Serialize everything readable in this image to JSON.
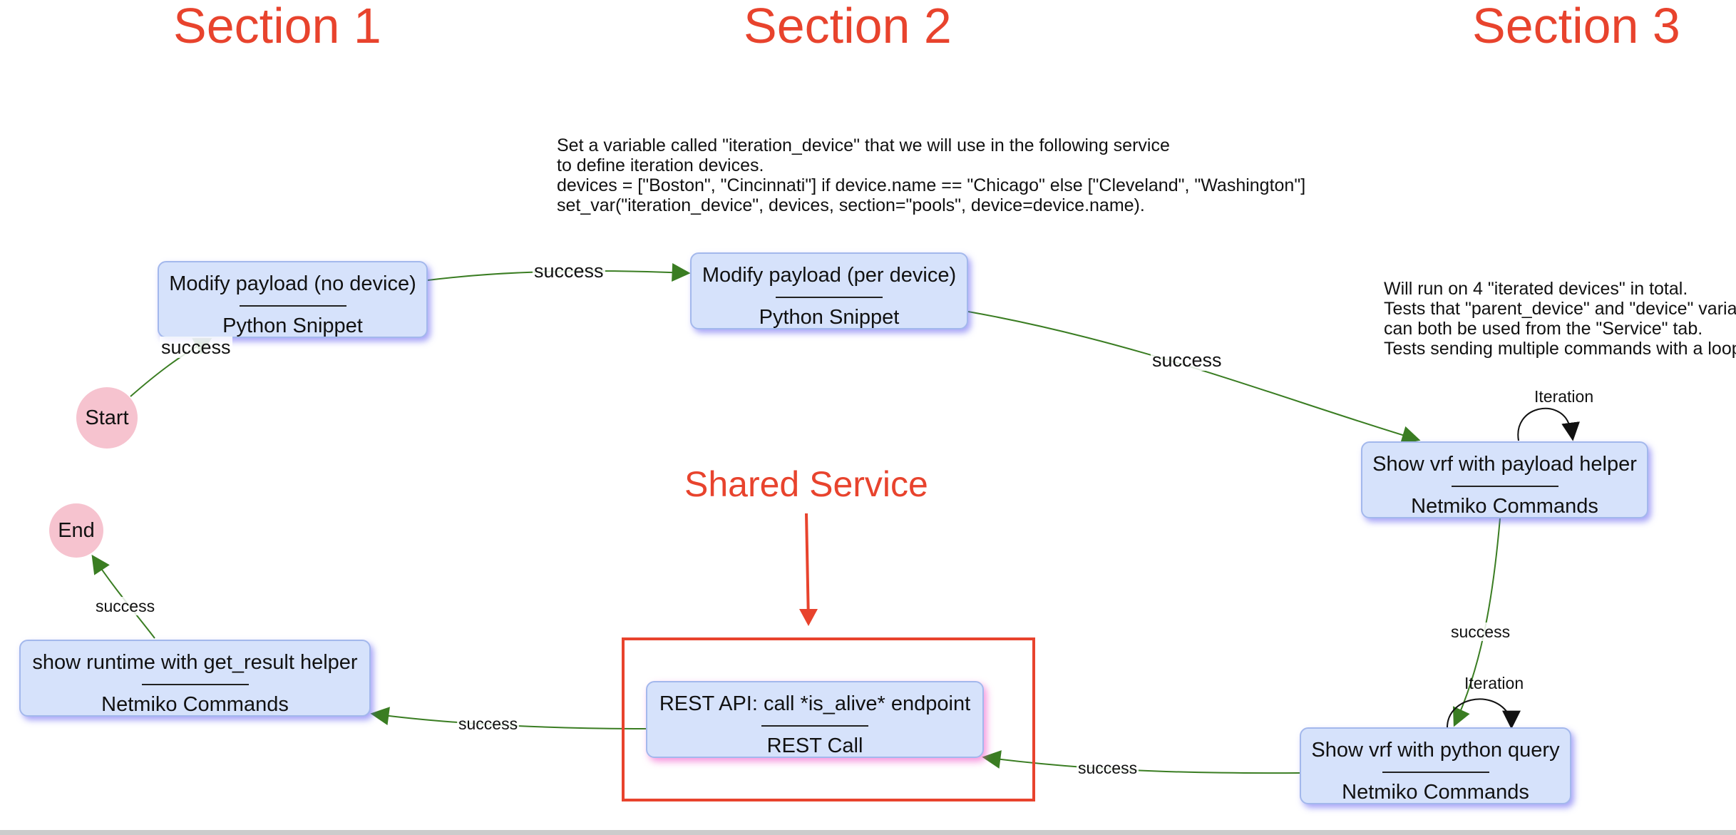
{
  "sections": {
    "section1": "Section 1",
    "section2": "Section 2",
    "section3": "Section 3",
    "shared": "Shared Service"
  },
  "notes": {
    "section2": "Set a variable called \"iteration_device\" that we will use in the following service\nto define iteration devices.\ndevices = [\"Boston\", \"Cincinnati\"] if device.name == \"Chicago\" else [\"Cleveland\", \"Washington\"]\nset_var(\"iteration_device\", devices, section=\"pools\", device=device.name).",
    "section3": "Will run on 4 \"iterated devices\" in total.\nTests that \"parent_device\" and \"device\" variables\ncan both be used from the \"Service\" tab.\nTests sending multiple commands with a loop."
  },
  "nodes": {
    "start": "Start",
    "end": "End",
    "modify_no_device": {
      "name": "Modify payload (no device)",
      "type": "Python Snippet"
    },
    "modify_per_device": {
      "name": "Modify payload (per device)",
      "type": "Python Snippet"
    },
    "show_vrf_payload": {
      "name": "Show vrf with payload helper",
      "type": "Netmiko Commands"
    },
    "show_vrf_python": {
      "name": "Show vrf with python query",
      "type": "Netmiko Commands"
    },
    "rest_api": {
      "name": "REST API: call *is_alive* endpoint",
      "type": "REST Call"
    },
    "show_runtime": {
      "name": "show runtime with get_result helper",
      "type": "Netmiko Commands"
    }
  },
  "edges": {
    "success": "success",
    "iteration": "Iteration"
  },
  "colors": {
    "section_title": "#e8432d",
    "edge": "#3a7d22",
    "node_fill": "#d6e2fb",
    "circle_fill": "#f6c3cf"
  }
}
